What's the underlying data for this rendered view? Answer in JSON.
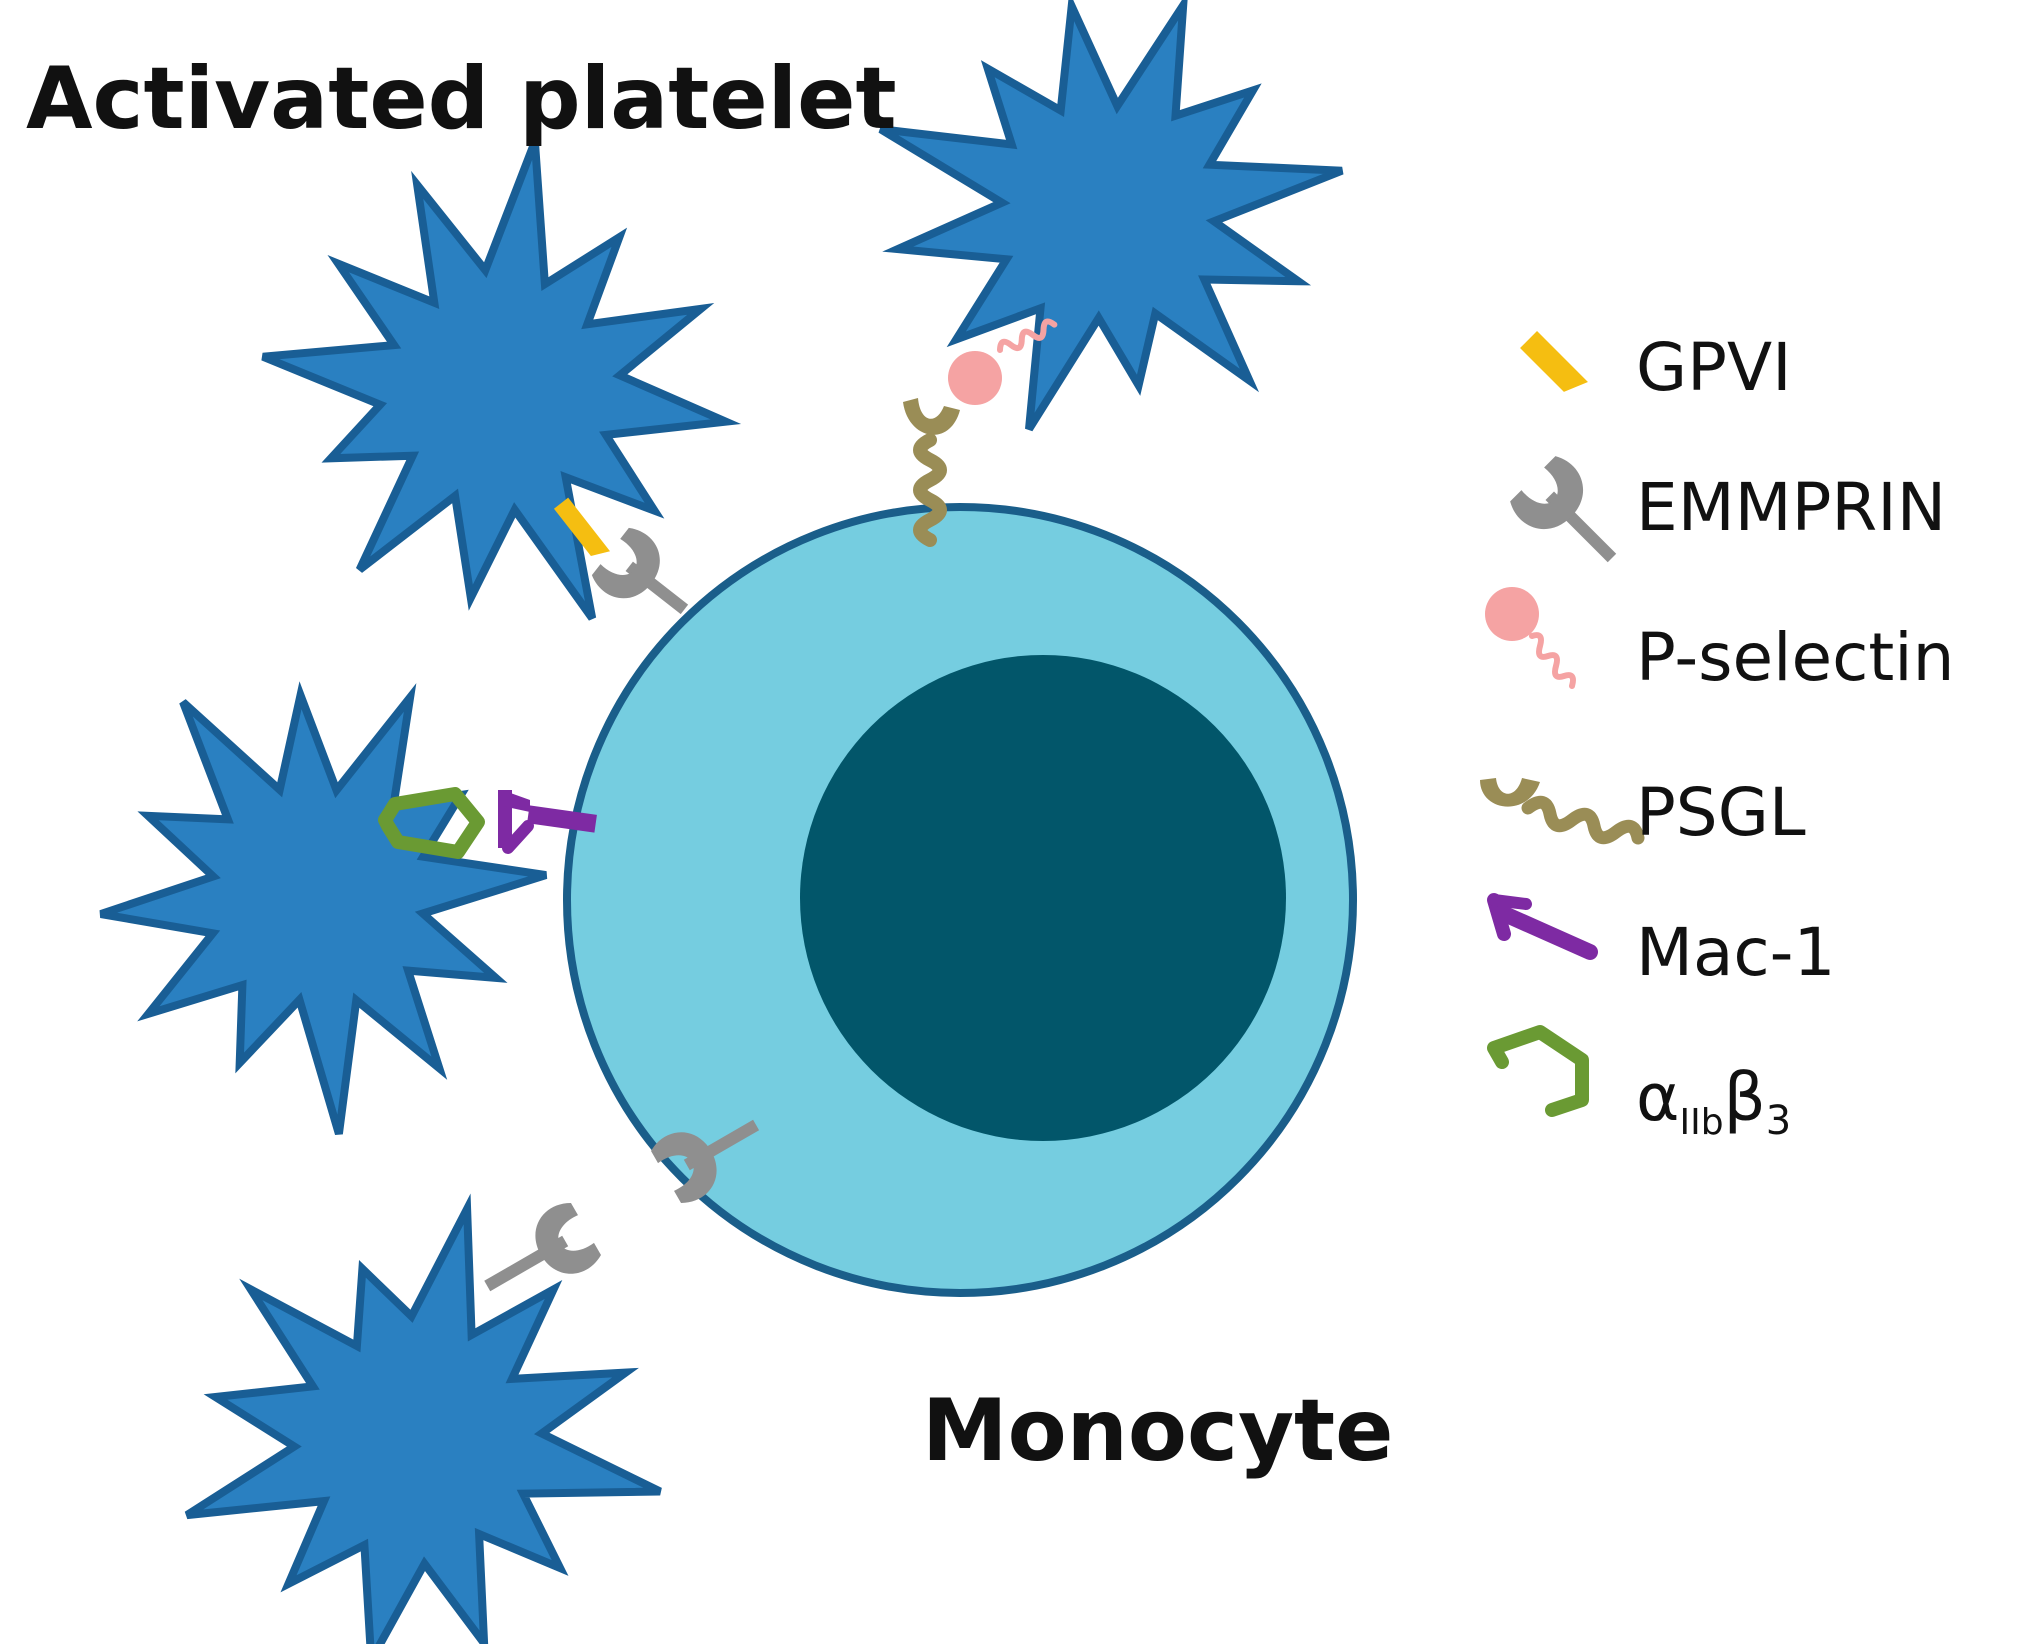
{
  "labels": {
    "platelet": "Activated platelet",
    "monocyte": "Monocyte"
  },
  "legend": {
    "items": [
      {
        "icon": "gpvi-icon",
        "label": "GPVI",
        "color": "#F5BE11"
      },
      {
        "icon": "emmprin-icon",
        "label": "EMMPRIN",
        "color": "#8F8F8F"
      },
      {
        "icon": "p-selectin-icon",
        "label": "P-selectin",
        "color": "#F5A3A3"
      },
      {
        "icon": "psgl-icon",
        "label": "PSGL",
        "color": "#9A8D56"
      },
      {
        "icon": "mac-1-icon",
        "label": "Mac-1",
        "color": "#7E2AA3"
      }
    ],
    "integrin": {
      "icon": "alpha-iib-beta3-icon",
      "symbol": "α",
      "sub1": "IIb",
      "beta": "β",
      "sub2": "3",
      "color": "#6A9A33"
    }
  },
  "colors": {
    "platelet_fill": "#2A80C1",
    "platelet_stroke": "#195E95",
    "cell_fill": "#75CDE0",
    "cell_stroke": "#1A5E8A",
    "nucleus_fill": "#02566A"
  }
}
